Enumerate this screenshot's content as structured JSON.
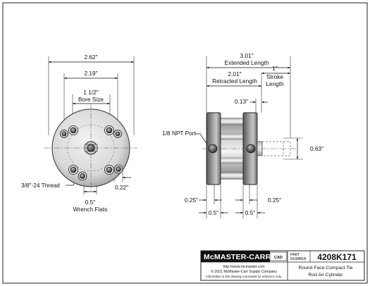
{
  "front_view": {
    "dim_overall_width": "2.62\"",
    "dim_bolt_spacing": "2.19\"",
    "dim_bore_line1": "1 1/2\"",
    "dim_bore_line2": "Bore Size",
    "thread_label": "3/8\"-24 Thread",
    "dim_port_offset": "0.22\"",
    "dim_flats_line1": "0.5\"",
    "dim_flats_line2": "Wrench Flats"
  },
  "side_view": {
    "extended_value": "3.01\"",
    "extended_label": "Extended Length",
    "retracted_value": "2.01\"",
    "retracted_label": "Retracted Length",
    "stroke_value": "1\"",
    "stroke_label_1": "Stroke",
    "stroke_label_2": "Length",
    "dim_rod_offset": "0.13\"",
    "port_label": "1/8 NPT Port",
    "dim_rod_height": "0.63\"",
    "dim_left_025": "0.25\"",
    "dim_right_025": "0.25\"",
    "dim_left_05": "0.5\"",
    "dim_right_05": "0.5\""
  },
  "title_block": {
    "brand": "McMASTER-CARR",
    "cad_label": "CAD",
    "part_label_1": "PART",
    "part_label_2": "NUMBER",
    "part_number": "4208K171",
    "website": "http://www.mcmaster.com",
    "copyright": "© 2021 McMaster-Carr Supply Company",
    "notice": "Information in this drawing is provided for reference only.",
    "desc_line1": "Round Face Compact Tie",
    "desc_line2": "Rod Air Cylinder"
  }
}
